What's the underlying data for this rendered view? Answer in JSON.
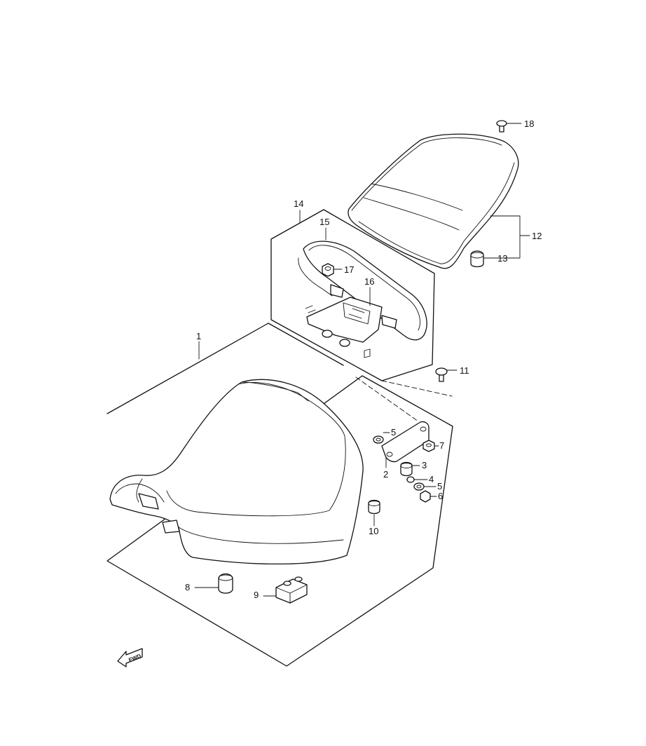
{
  "diagram": {
    "fwd_text": "FWD",
    "labels": {
      "p1": "1",
      "p2": "2",
      "p3": "3",
      "p4": "4",
      "p5a": "5",
      "p5b": "5",
      "p6": "6",
      "p7": "7",
      "p8": "8",
      "p9": "9",
      "p10": "10",
      "p11": "11",
      "p12": "12",
      "p13": "13",
      "p14": "14",
      "p15": "15",
      "p16": "16",
      "p17": "17",
      "p18": "18"
    }
  }
}
